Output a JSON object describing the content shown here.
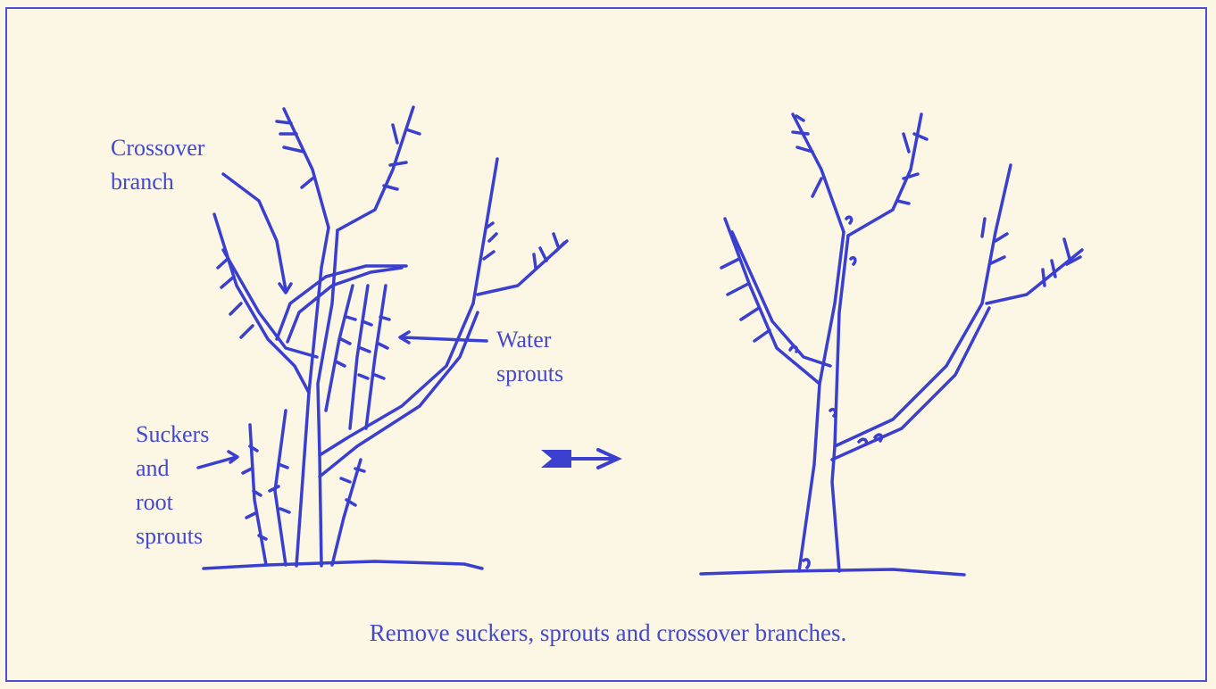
{
  "labels": {
    "crossover": [
      "Crossover",
      "branch"
    ],
    "water": [
      "Water",
      "sprouts"
    ],
    "suckers": [
      "Suckers",
      "and",
      "root",
      "sprouts"
    ]
  },
  "caption": "Remove suckers, sprouts and crossover branches.",
  "colors": {
    "ink": "#3a3fd0",
    "paper": "#fbf7e4"
  },
  "icons": {
    "arrow": "right-arrow-icon"
  }
}
